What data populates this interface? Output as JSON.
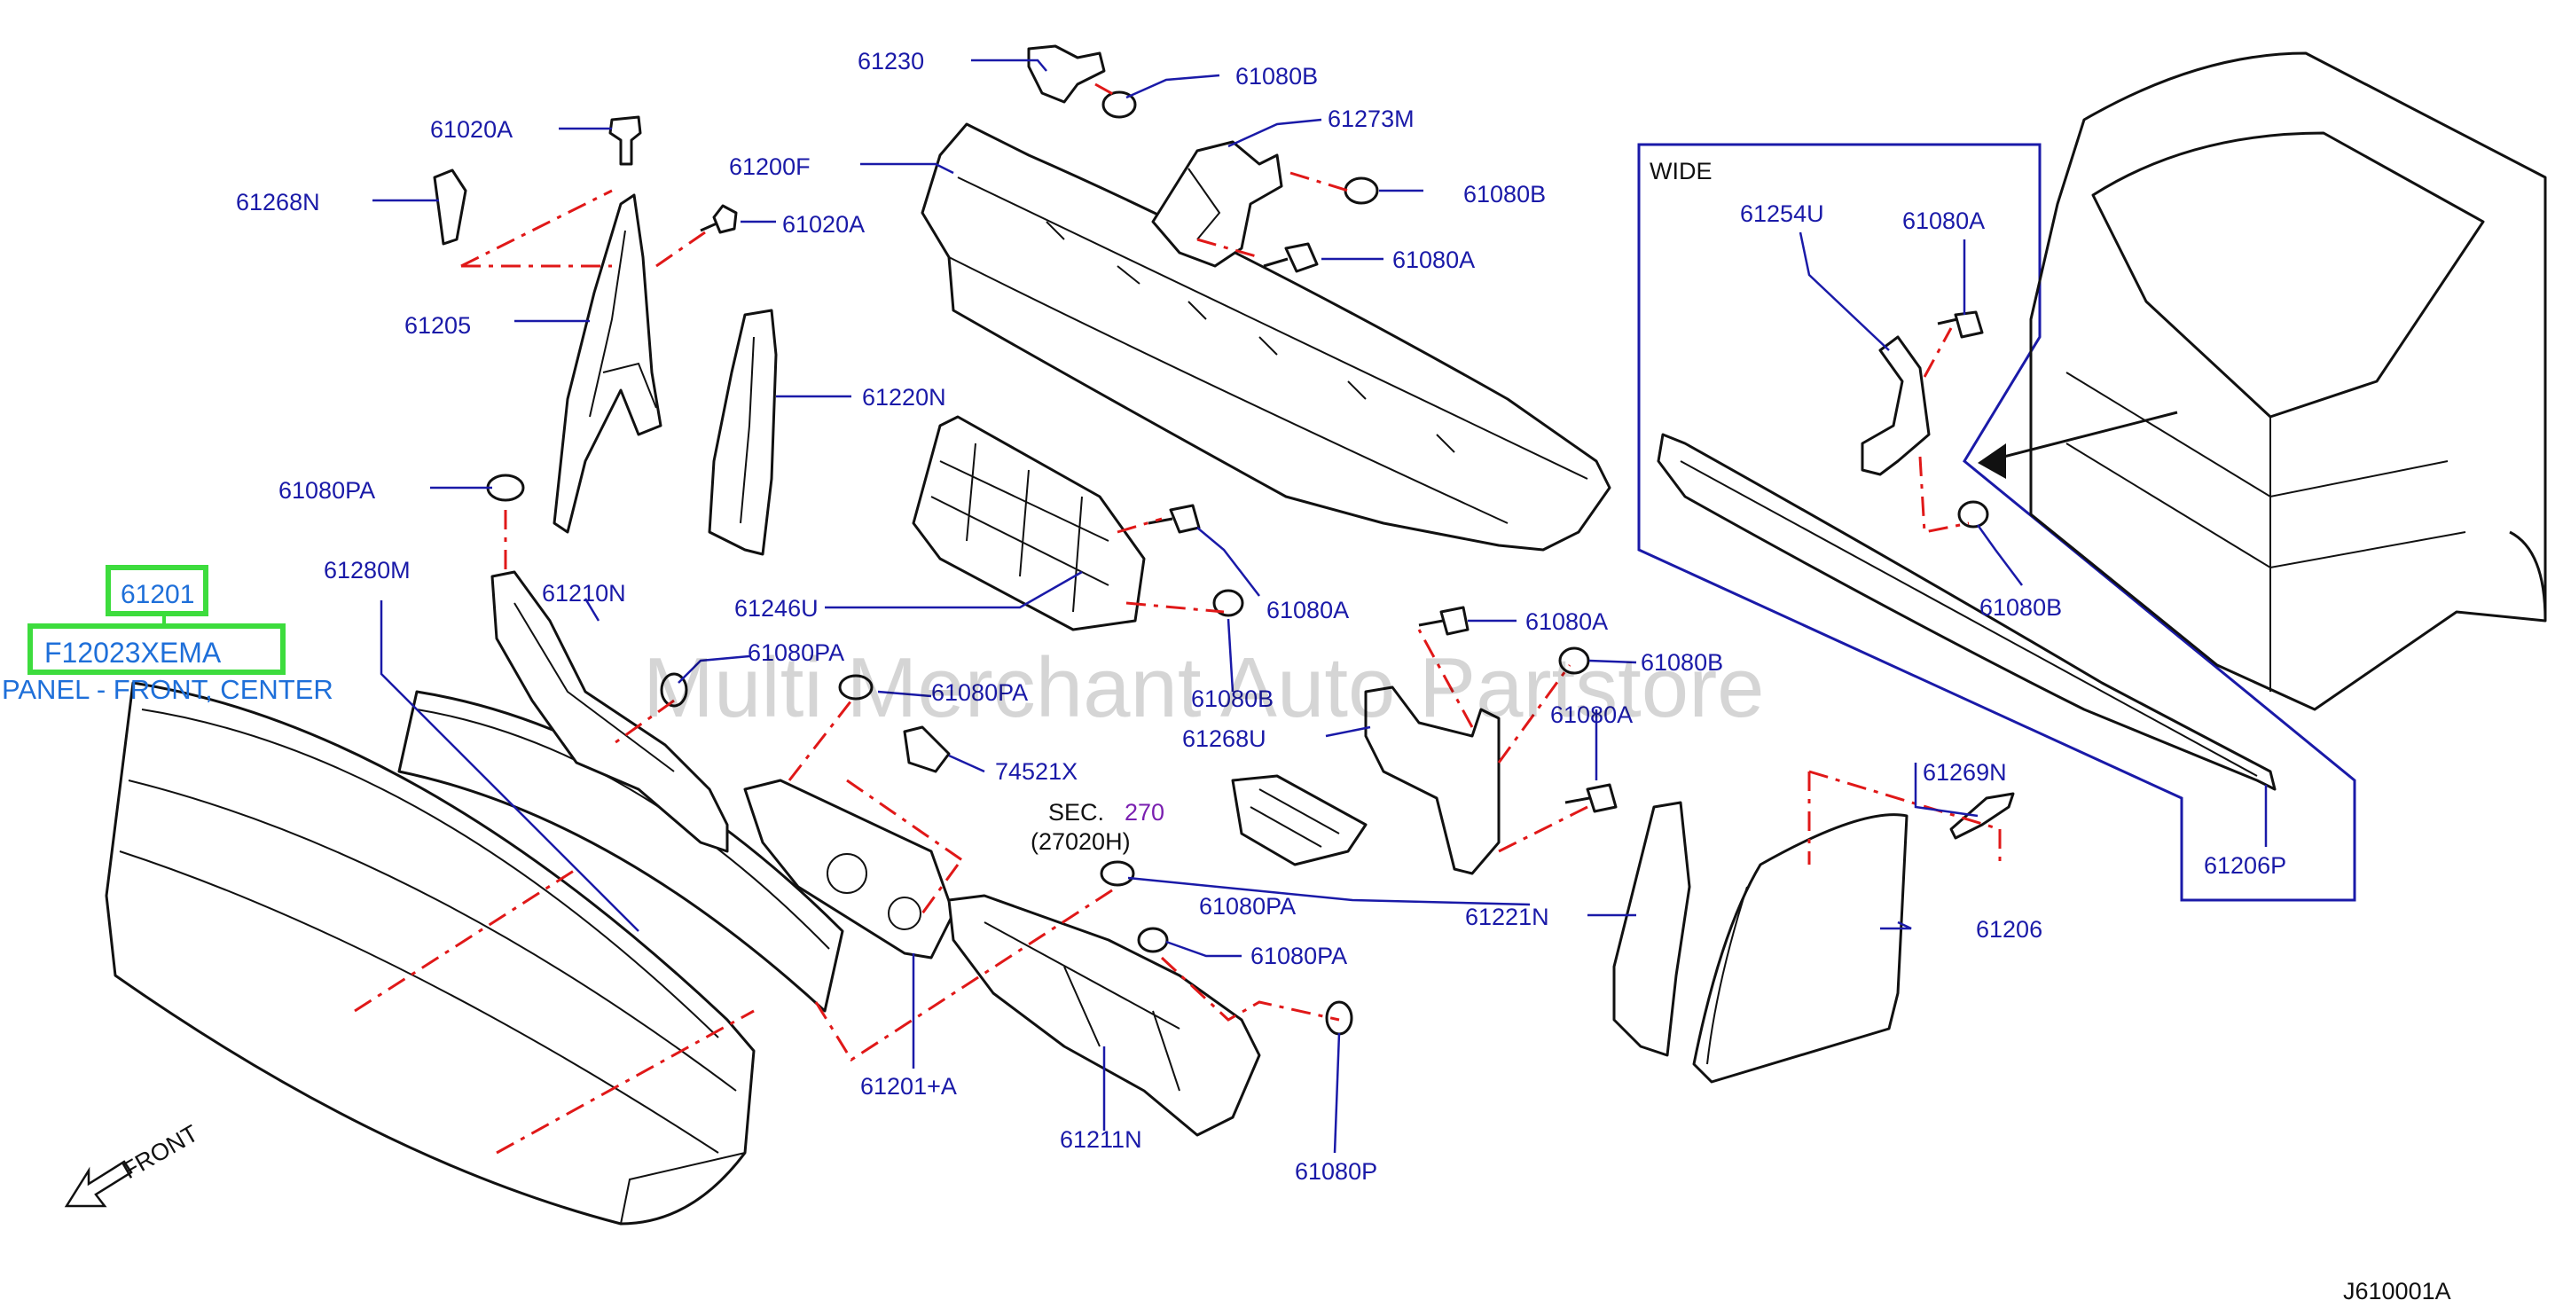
{
  "watermark": "Multi Merchant Auto Partstore",
  "diagram_code": "J610001A",
  "front_label": "FRONT",
  "highlight": {
    "part_number": "61201",
    "oem_number": "F12023XEMA",
    "description": "PANEL - FRONT, CENTER"
  },
  "wide_box_label": "WIDE",
  "sec_ref": {
    "prefix": "SEC.",
    "number": "270",
    "sub": "(27020H)"
  },
  "labels": {
    "p61230": "61230",
    "p61080B_a": "61080B",
    "p61273M": "61273M",
    "p61080B_b": "61080B",
    "p61080A_a": "61080A",
    "p61020A_a": "61020A",
    "p61020A_b": "61020A",
    "p61268N": "61268N",
    "p61200F": "61200F",
    "p61205": "61205",
    "p61220N": "61220N",
    "p61080PA_a": "61080PA",
    "p61280M": "61280M",
    "p61210N": "61210N",
    "p61246U": "61246U",
    "p61080A_b": "61080A",
    "p61080PA_b": "61080PA",
    "p61080PA_c": "61080PA",
    "p61080B_c": "61080B",
    "p74521X": "74521X",
    "p61080A_c": "61080A",
    "p61080B_d": "61080B",
    "p61268U": "61268U",
    "p61080A_d": "61080A",
    "p61080PA_d": "61080PA",
    "p61080PA_e": "61080PA",
    "p61221N": "61221N",
    "p61201A": "61201+A",
    "p61211N": "61211N",
    "p61080P": "61080P",
    "p61254U": "61254U",
    "p61080A_e": "61080A",
    "p61080B_e": "61080B",
    "p61269N": "61269N",
    "p61206": "61206",
    "p61206P": "61206P"
  }
}
